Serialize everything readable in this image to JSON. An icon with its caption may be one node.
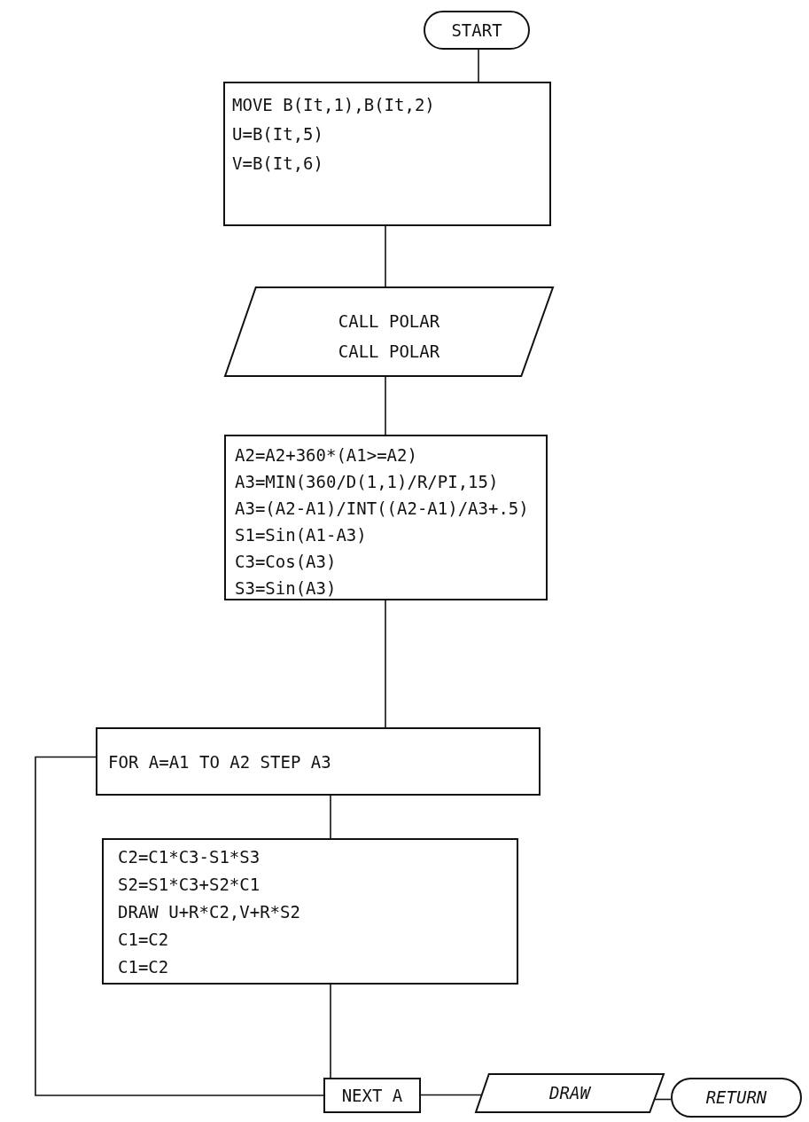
{
  "diagram": {
    "nodes": [
      {
        "text": [
          "START"
        ]
      },
      {
        "text": [
          "MOVE B(It,1),B(It,2)",
          "U=B(It,5)",
          "V=B(It,6)"
        ]
      },
      {
        "text": [
          "CALL POLAR",
          "CALL POLAR"
        ]
      },
      {
        "text": [
          "A2=A2+360*(A1>=A2)",
          "A3=MIN(360/D(1,1)/R/PI,15)",
          "A3=(A2-A1)/INT((A2-A1)/A3+.5)",
          "S1=Sin(A1-A3)",
          "C3=Cos(A3)",
          "S3=Sin(A3)"
        ]
      },
      {
        "text": [
          "FOR A=A1 TO A2 STEP A3"
        ]
      },
      {
        "text": [
          "C2=C1*C3-S1*S3",
          "S2=S1*C3+S2*C1",
          "DRAW U+R*C2,V+R*S2",
          "C1=C2",
          "C1=C2"
        ]
      },
      {
        "text": [
          "NEXT A"
        ]
      },
      {
        "text": [
          "DRAW"
        ]
      },
      {
        "text": [
          "RETURN"
        ]
      }
    ],
    "edges": [
      {
        "from": 0,
        "to": 1,
        "arrow": "none"
      },
      {
        "from": 1,
        "to": 2,
        "arrow": "none"
      },
      {
        "from": 2,
        "to": 3,
        "arrow": "none"
      },
      {
        "from": 3,
        "to": 4,
        "arrow": "none"
      },
      {
        "from": 4,
        "to": 5,
        "arrow": "none"
      },
      {
        "from": 5,
        "to": 6,
        "arrow": "none"
      },
      {
        "from": 6,
        "to": 4,
        "arrow": "none"
      },
      {
        "from": 6,
        "to": 7,
        "arrow": "none"
      },
      {
        "from": 7,
        "to": 8,
        "arrow": "none"
      }
    ]
  }
}
